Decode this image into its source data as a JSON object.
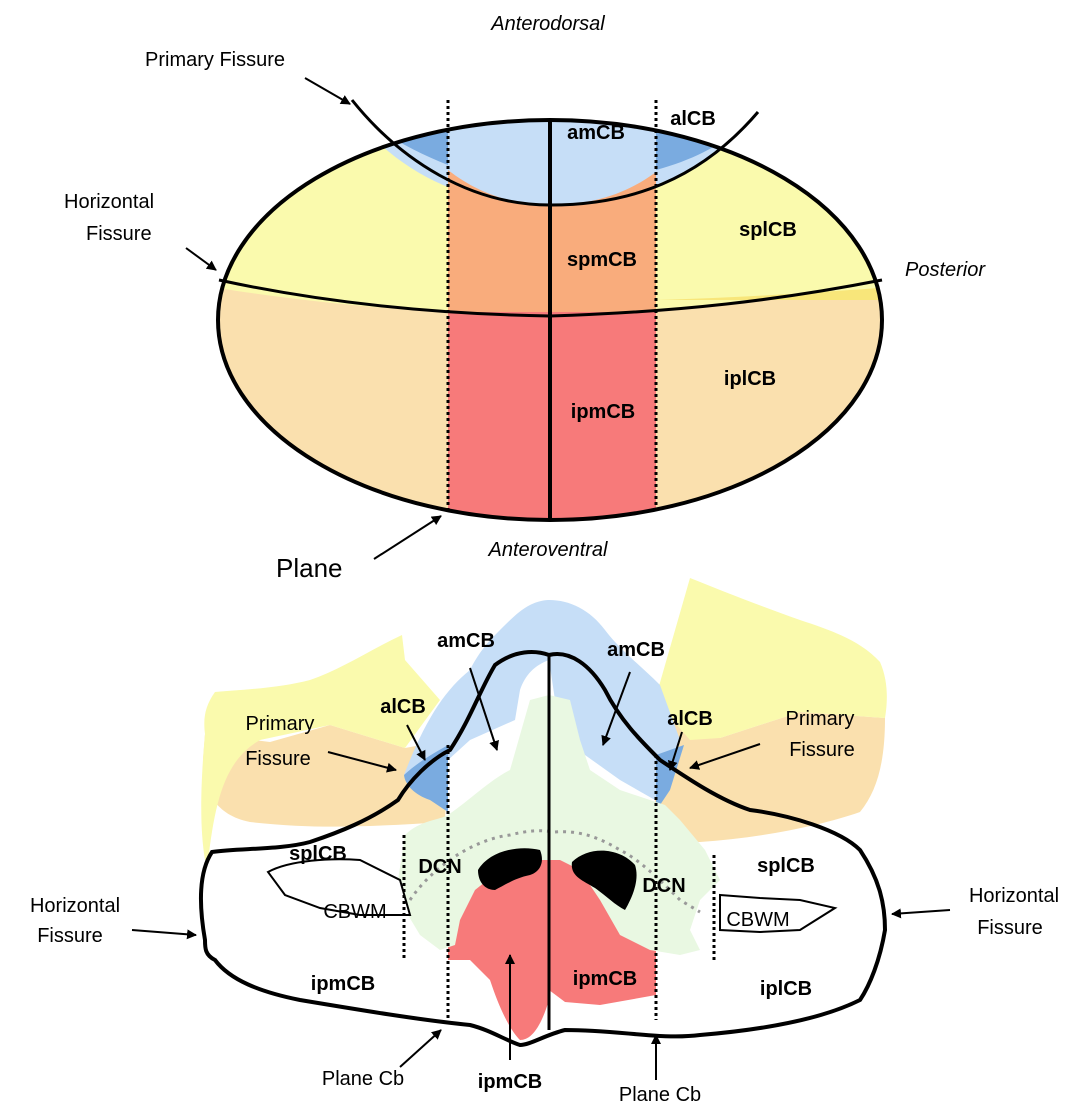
{
  "top": {
    "dir_top": "Anterodorsal",
    "dir_bottom": "Anteroventral",
    "dir_right": "Posterior",
    "primary_fissure": "Primary Fissure",
    "horizontal_fissure_1": "Horizontal",
    "horizontal_fissure_2": "Fissure",
    "plane": "Plane",
    "regions": {
      "amCB": "amCB",
      "alCB": "alCB",
      "spmCB": "spmCB",
      "splCB": "splCB",
      "ipmCB": "ipmCB",
      "iplCB": "iplCB"
    }
  },
  "bottom": {
    "amCB_left": "amCB",
    "amCB_right": "amCB",
    "alCB_left": "alCB",
    "alCB_right": "alCB",
    "primary_left_1": "Primary",
    "primary_left_2": "Fissure",
    "primary_right_1": "Primary",
    "primary_right_2": "Fissure",
    "splCB_left": "splCB",
    "splCB_right": "splCB",
    "dcn_left": "DCN",
    "dcn_right": "DCN",
    "cbwm_left": "CBWM",
    "cbwm_right": "CBWM",
    "horizontal_left_1": "Horizontal",
    "horizontal_left_2": "Fissure",
    "horizontal_right_1": "Horizontal",
    "horizontal_right_2": "Fissure",
    "ipmCB_left": "ipmCB",
    "ipmCB_right": "ipmCB",
    "iplCB_right": "iplCB",
    "ipmCB_center": "ipmCB",
    "plane_left": "Plane Cb",
    "plane_right": "Plane Cb"
  },
  "colors": {
    "light_blue": "#c6def7",
    "mid_blue": "#7aabe0",
    "yellow": "#fafaad",
    "orange": "#f9ac7c",
    "beige": "#fae0ae",
    "red": "#f77a7a",
    "light_green": "#e9f8e2",
    "black": "#000000"
  }
}
